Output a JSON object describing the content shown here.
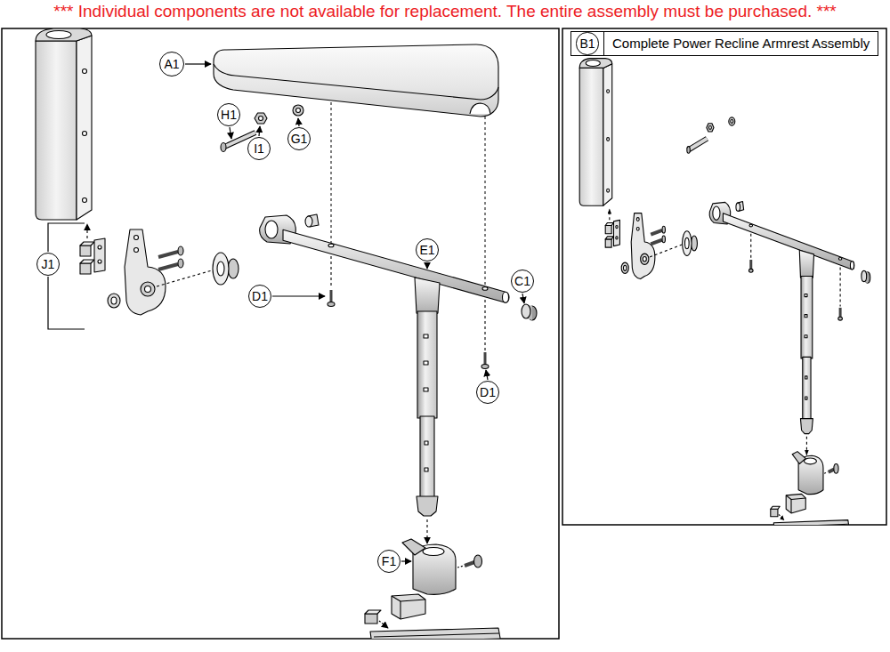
{
  "diagram": {
    "title": "*** Individual components are not available for replacement. The entire assembly must be purchased. ***",
    "nodes": [
      {
        "text": [
          "A1"
        ]
      },
      {
        "text": [
          "H1"
        ]
      },
      {
        "text": [
          "I1"
        ]
      },
      {
        "text": [
          "G1"
        ]
      },
      {
        "text": [
          "J1"
        ]
      },
      {
        "text": [
          "E1"
        ]
      },
      {
        "text": [
          "D1"
        ]
      },
      {
        "text": [
          "C1"
        ]
      },
      {
        "text": [
          "D1"
        ]
      },
      {
        "text": [
          "F1"
        ]
      },
      {
        "text": [
          "Complete Power Recline Armrest Assembly"
        ]
      },
      {
        "text": [
          "B1"
        ],
        "in": 10
      }
    ]
  }
}
